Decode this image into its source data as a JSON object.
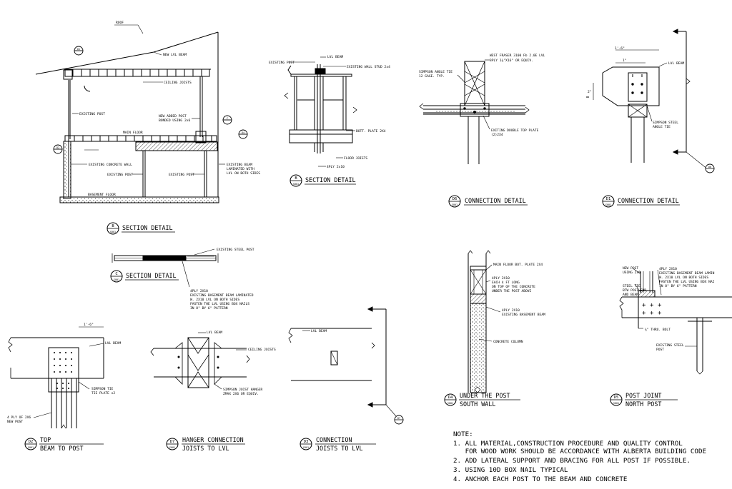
{
  "details": {
    "b": {
      "bubble": "B",
      "sheet": "S001",
      "title": "SECTION DETAIL",
      "labels": {
        "roof": "ROOF",
        "new_lvl_beam": "NEW LVL BEAM",
        "ceiling_joists": "CEILING JOISTS",
        "existing_post": "EXISTING POST",
        "new_added_post": "NEW ADDED POST",
        "bonded": "BONDED USING 2x6",
        "main_floor": "MAIN FLOOR",
        "existing_concrete_wall": "EXISTING CONCRETE WALL",
        "existing_post_2": "EXISTING POST",
        "existing_post_3": "EXISTING POST",
        "existing_beam": "EXISTING BEAM",
        "laminated_with": "LAMINATED WITH",
        "lvl_both_sides": "LVL ON BOTH SIDES",
        "basement_floor": "BASEMENT FLOOR"
      },
      "callouts": [
        "D1",
        "C",
        "D4",
        "D2"
      ]
    },
    "b2": {
      "bubble": "B",
      "sheet": "S001",
      "title": "SECTION DETAIL",
      "labels": {
        "lvl_beam": "LVL BEAM",
        "existing_post": "EXISTING POST",
        "existing_wall_stud": "EXISTING WALL STUD 2x4",
        "bott_plate": "BOTT. PLATE 2X4",
        "floor_joists": "FLOOR JOISTS",
        "ply": "4PLY 2x10"
      }
    },
    "d6": {
      "bubble": "D6",
      "sheet": "S001",
      "title": "CONNECTION DETAIL",
      "labels": {
        "west_fraser": "WEST FRASER 3100 Fb 2.0E LVL",
        "ply_size": "3PLY 1¾\"X16\" OR EQUIV.",
        "simpson_angle": "SIMPSON ANGLE TIE",
        "gage": "12 GAGE. TYP.",
        "existing_double": "EXITING DOUBLE TOP PLATE",
        "double_size": "(2)2X4"
      }
    },
    "d1": {
      "bubble": "D1",
      "sheet": "S001",
      "title": "CONNECTION DETAIL",
      "labels": {
        "dim_top": "1'-6\"",
        "dim_inner": "1\"",
        "dim_side": "2\"",
        "lvl_beam": "LVL BEAM",
        "simpson_steel": "SIMPSON STEEL",
        "angle_tie": "ANGLE TIE"
      },
      "callout": "D6"
    },
    "c": {
      "bubble": "C",
      "sheet": "S001",
      "title": "SECTION DETAIL",
      "labels": {
        "existing_steel_post": "EXISTING STEEL POST",
        "ply": "4PLY 2X10",
        "note1": "EXISTING BASEMENT BEAM LAMINATED",
        "note2": "W. 2X10 LVL ON BOTH SIDES",
        "note3": "FASTEN THE LVL USING BOX NAILS",
        "note4": "IN 8\" BY 6\" PATTERN"
      }
    },
    "d4": {
      "bubble": "D4",
      "sheet": "S001",
      "title": "UNDER THE POST",
      "subtitle": "SOUTH WALL",
      "labels": {
        "main_floor": "MAIN FLOOR BOT. PLATE 2X4",
        "ply1": "4PLY 2X10",
        "ply2": "EACH 4 FT LONG",
        "ply3": "ON TOP OF THE CONCRETE",
        "ply4": "UNDER THE POST ABOVE",
        "lam1": "4PLY 2X10",
        "lam2": "EXISTING BASEMENT BEAM",
        "concrete_column": "CONCRETE COLUMN"
      }
    },
    "d5": {
      "bubble": "D5",
      "sheet": "S001",
      "title": "POST JOINT",
      "subtitle": "NORTH POST",
      "labels": {
        "new_post": "NEW POST",
        "new_post2": "USING 2x6",
        "steel_tie": "STEEL TIE",
        "steel_tie2": "BTW POST END",
        "steel_tie3": "AND BEAM",
        "ply": "4PLY 2X10",
        "ply2": "EXISTING BASEMENT BEAM LAMIN",
        "ply3": "W. 2X10 LVL ON BOTH SIDES",
        "ply4": "FASTEN THE LVL USING BOX NAI",
        "ply5": "IN 8\" BY 6\" PATTERN",
        "thru_bolt": "¾\" THRU. BOLT",
        "existing_steel": "EXISTING STEEL",
        "post": "POST"
      }
    },
    "d2": {
      "bubble": "D2",
      "sheet": "S001",
      "title": "TOP",
      "subtitle": "BEAM TO POST",
      "labels": {
        "dim": "1'-6\"",
        "lvl_beam": "LVL BEAM",
        "simpson_tie": "SIMPSON TIE",
        "tie_plate": "TIE PLATE x2",
        "four_ply": "4 PLY OF 2X6",
        "new_post": "NEW POST"
      }
    },
    "d7": {
      "bubble": "D7",
      "sheet": "S001",
      "title": "HANGER CONNECTION",
      "subtitle": "JOISTS TO LVL",
      "labels": {
        "lvl_beam": "LVL BEAM",
        "ceiling_joists": "CEILING JOISTS",
        "simpson_hanger": "SIMPSON JOIST HANGER",
        "zmax": "ZMAX 2X6 OR EQUIV."
      }
    },
    "d3": {
      "bubble": "D3",
      "sheet": "S001",
      "title": "CONNECTION",
      "subtitle": "JOISTS TO LVL",
      "labels": {
        "lvl_beam": "LVL BEAM"
      },
      "callout": "D7"
    }
  },
  "notes": {
    "heading": "NOTE:",
    "items": [
      "1. ALL MATERIAL,CONSTRUCTION PROCEDURE AND QUALITY CONTROL",
      "   FOR WOOD WORK SHOULD BE ACCORDANCE WITH ALBERTA BUILDING CODE",
      "2. ADD LATERAL SUPPORT AND BRACING FOR ALL POST IF POSSIBLE.",
      "3. USING 10D BOX NAIL TYPICAL",
      "4. ANCHOR EACH POST TO THE BEAM AND CONCRETE"
    ]
  }
}
